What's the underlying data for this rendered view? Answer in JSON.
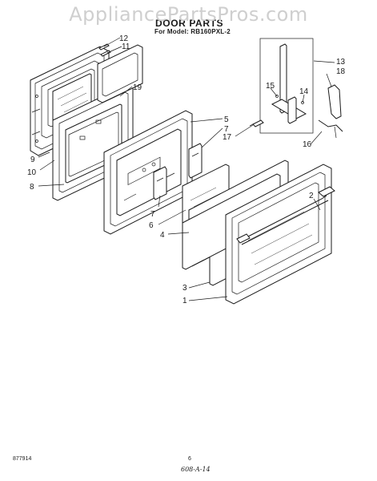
{
  "watermark": "AppliancePartsPros.com",
  "title": "DOOR PARTS",
  "model": "For Model: RB160PXL-2",
  "footer": {
    "code": "877914",
    "page": "6",
    "handwritten": "608-A-14"
  },
  "callouts": [
    "12",
    "11",
    "19",
    "9",
    "10",
    "8",
    "5",
    "7",
    "17",
    "7",
    "6",
    "4",
    "2",
    "3",
    "1",
    "13",
    "18",
    "15",
    "14",
    "16"
  ]
}
